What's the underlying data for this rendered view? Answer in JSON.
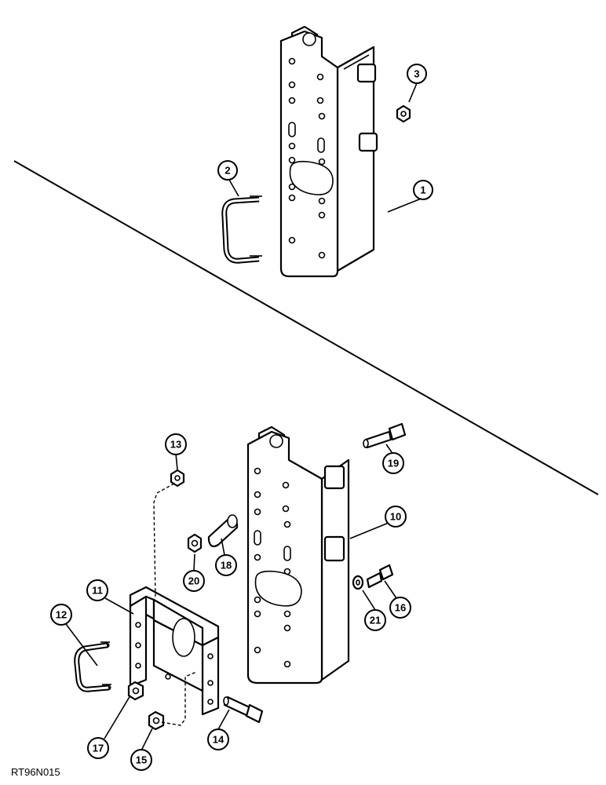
{
  "figure": {
    "reference_code": "RT96N015"
  },
  "callouts": [
    {
      "id": "c1",
      "label": "1"
    },
    {
      "id": "c2",
      "label": "2"
    },
    {
      "id": "c3",
      "label": "3"
    },
    {
      "id": "c10",
      "label": "10"
    },
    {
      "id": "c11",
      "label": "11"
    },
    {
      "id": "c12",
      "label": "12"
    },
    {
      "id": "c13",
      "label": "13"
    },
    {
      "id": "c14",
      "label": "14"
    },
    {
      "id": "c15",
      "label": "15"
    },
    {
      "id": "c16",
      "label": "16"
    },
    {
      "id": "c17",
      "label": "17"
    },
    {
      "id": "c18",
      "label": "18"
    },
    {
      "id": "c19",
      "label": "19"
    },
    {
      "id": "c20",
      "label": "20"
    },
    {
      "id": "c21",
      "label": "21"
    }
  ]
}
